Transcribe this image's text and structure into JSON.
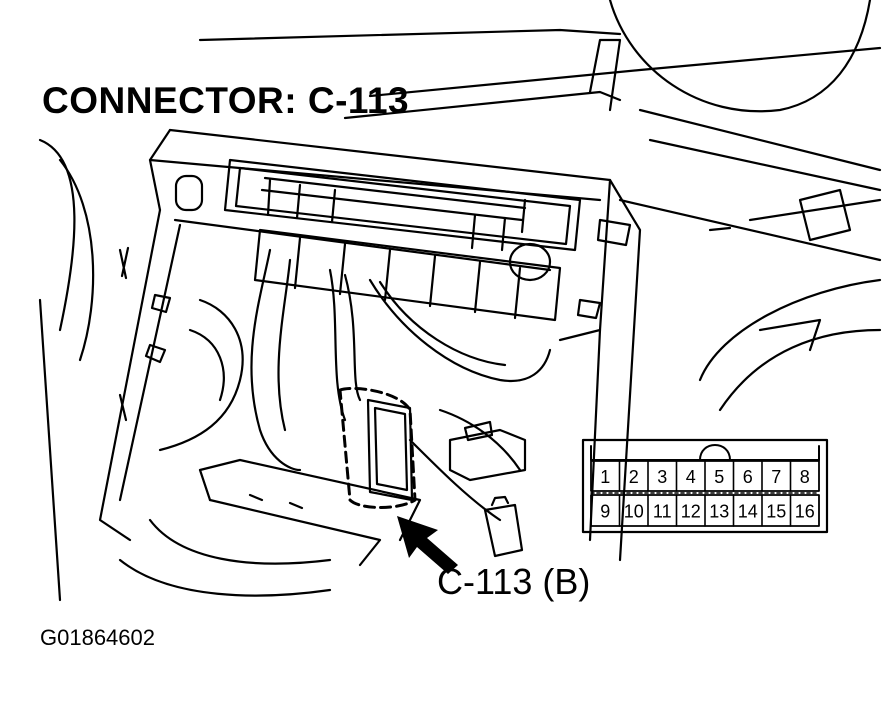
{
  "diagram": {
    "title": "CONNECTOR: C-113",
    "callout_label": "C-113 (B)",
    "figure_code": "G01864602",
    "connector_face": {
      "top_row_pins": [
        "1",
        "2",
        "3",
        "4",
        "5",
        "6",
        "7",
        "8"
      ],
      "bottom_row_pins": [
        "9",
        "10",
        "11",
        "12",
        "13",
        "14",
        "15",
        "16"
      ]
    },
    "colors": {
      "ink": "#000000",
      "background": "#ffffff"
    }
  }
}
